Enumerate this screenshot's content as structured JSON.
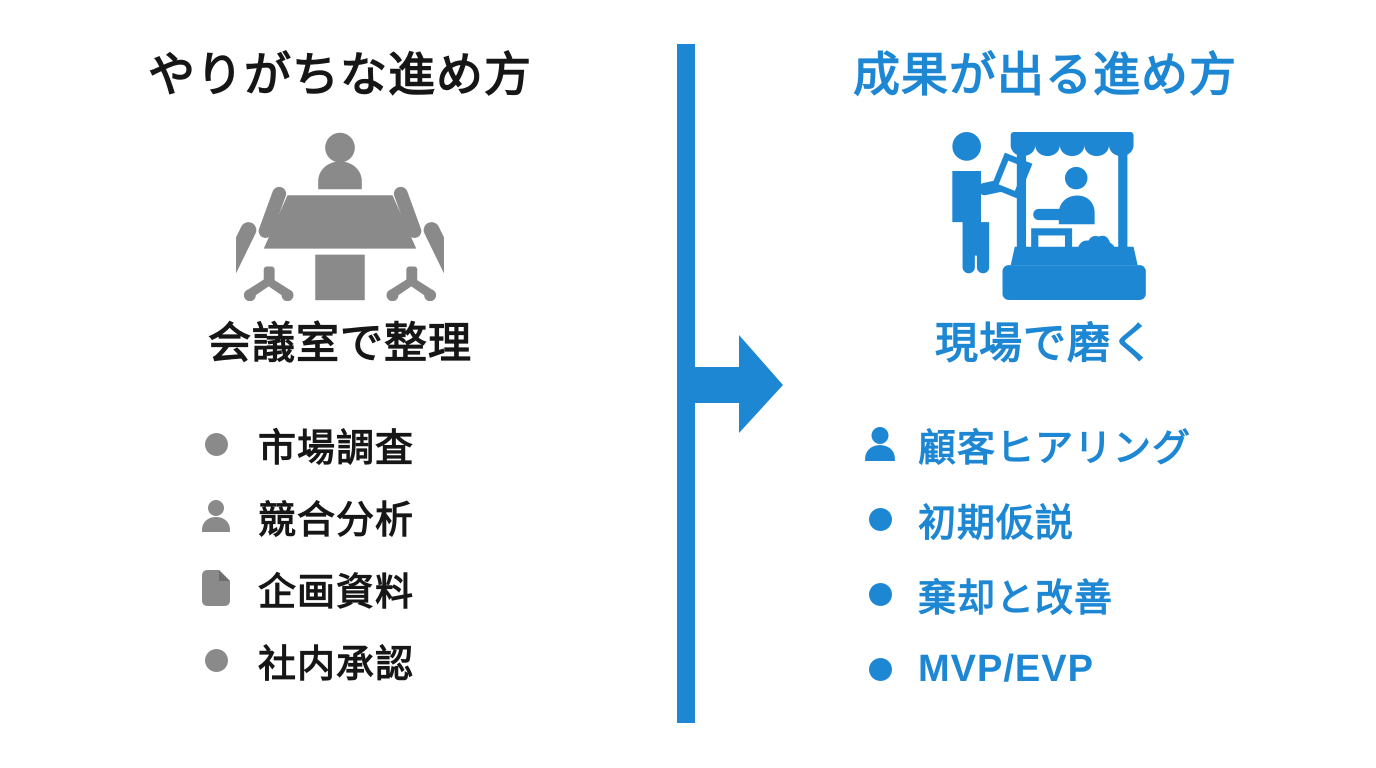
{
  "colors": {
    "accent_blue": "#1e87d3",
    "icon_gray": "#8a8a8a",
    "text_black": "#161616",
    "background": "#ffffff"
  },
  "divider": {
    "icon": "right-arrow-icon"
  },
  "left_panel": {
    "title": "やりがちな進め方",
    "icon": "meeting-room-icon",
    "subtitle": "会議室で整理",
    "items": [
      {
        "icon": "dot-bullet",
        "label": "市場調査"
      },
      {
        "icon": "person-icon",
        "label": "競合分析"
      },
      {
        "icon": "document-icon",
        "label": "企画資料"
      },
      {
        "icon": "dot-bullet",
        "label": "社内承認"
      }
    ]
  },
  "right_panel": {
    "title": "成果が出る進め方",
    "icon": "market-stall-icon",
    "subtitle": "現場で磨く",
    "items": [
      {
        "icon": "person-icon",
        "label": "顧客ヒアリング"
      },
      {
        "icon": "dot-bullet",
        "label": "初期仮説"
      },
      {
        "icon": "dot-bullet",
        "label": "棄却と改善"
      },
      {
        "icon": "dot-bullet",
        "label": "MVP/EVP"
      }
    ]
  }
}
